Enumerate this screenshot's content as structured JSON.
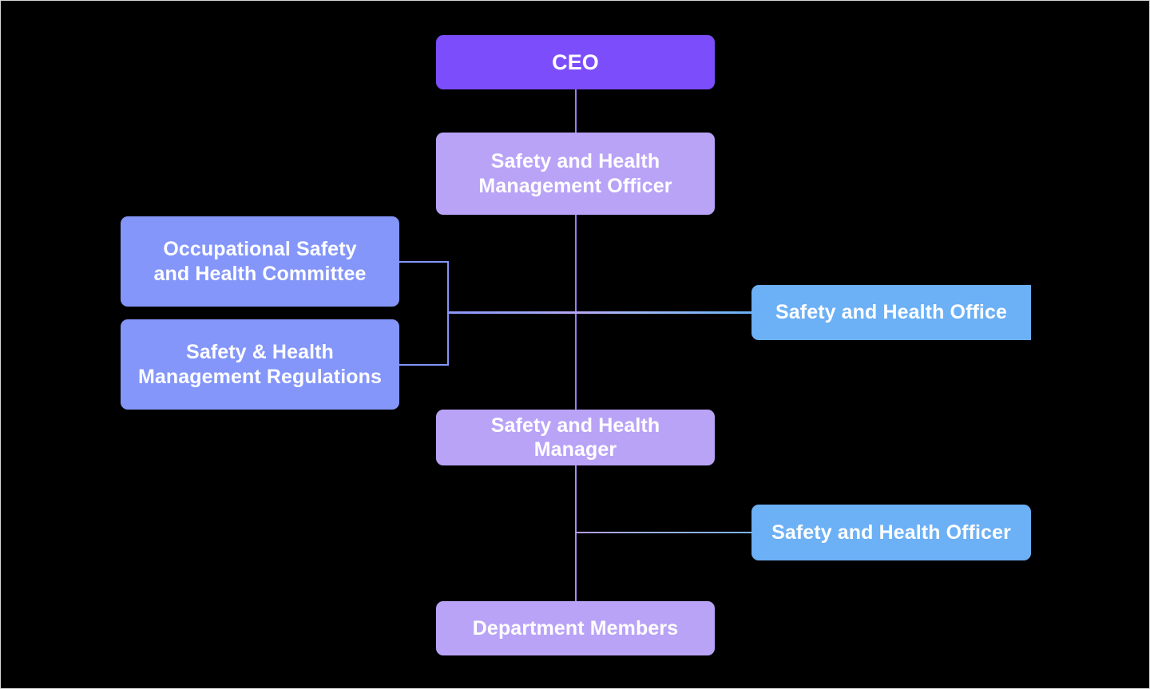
{
  "diagram": {
    "title": "Safety and Health Management Organization Chart",
    "type": "org-chart",
    "background_color": "#000000",
    "palette": {
      "primary_violet": "#7c4dfa",
      "lilac": "#b9a3f7",
      "periwinkle": "#8496fa",
      "sky_blue": "#6cb0f5",
      "text": "#ffffff"
    },
    "nodes": {
      "ceo": {
        "label": "CEO",
        "color": "#7c4dfa",
        "level": 1
      },
      "management_officer": {
        "label": "Safety and Health\nManagement Officer",
        "color": "#b9a3f7",
        "level": 2
      },
      "committee": {
        "label": "Occupational Safety\nand Health Committee",
        "color": "#8496fa",
        "level": 3
      },
      "regulations": {
        "label": "Safety & Health\nManagement Regulations",
        "color": "#8496fa",
        "level": 3
      },
      "office": {
        "label": "Safety and Health Office",
        "color": "#6cb0f5",
        "level": 3
      },
      "manager": {
        "label": "Safety and Health Manager",
        "color": "#b9a3f7",
        "level": 4
      },
      "officer": {
        "label": "Safety and Health Officer",
        "color": "#6cb0f5",
        "level": 5
      },
      "department_members": {
        "label": "Department Members",
        "color": "#b9a3f7",
        "level": 6
      }
    },
    "connections": [
      {
        "from": "ceo",
        "to": "management_officer",
        "style": "vertical"
      },
      {
        "from": "management_officer",
        "to": "manager",
        "style": "vertical"
      },
      {
        "from": "committee",
        "to": "office",
        "style": "bracket-horizontal"
      },
      {
        "from": "regulations",
        "to": "office",
        "style": "bracket-horizontal"
      },
      {
        "from": "manager",
        "to": "officer",
        "style": "horizontal"
      },
      {
        "from": "manager",
        "to": "department_members",
        "style": "vertical"
      }
    ]
  }
}
